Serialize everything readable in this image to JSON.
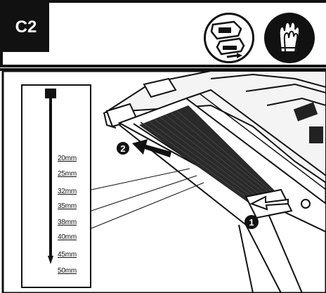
{
  "header": {
    "step_label": "C2",
    "icons": [
      "battery-removal-icon",
      "gloves-icon"
    ]
  },
  "nail_sizes": [
    "20mm",
    "25mm",
    "32mm",
    "35mm",
    "38mm",
    "40mm",
    "45mm",
    "50mm"
  ],
  "callouts": [
    {
      "number": "2",
      "meaning": "step-2-arrow-icon"
    },
    {
      "number": "1",
      "meaning": "step-1-arrow-icon"
    }
  ]
}
